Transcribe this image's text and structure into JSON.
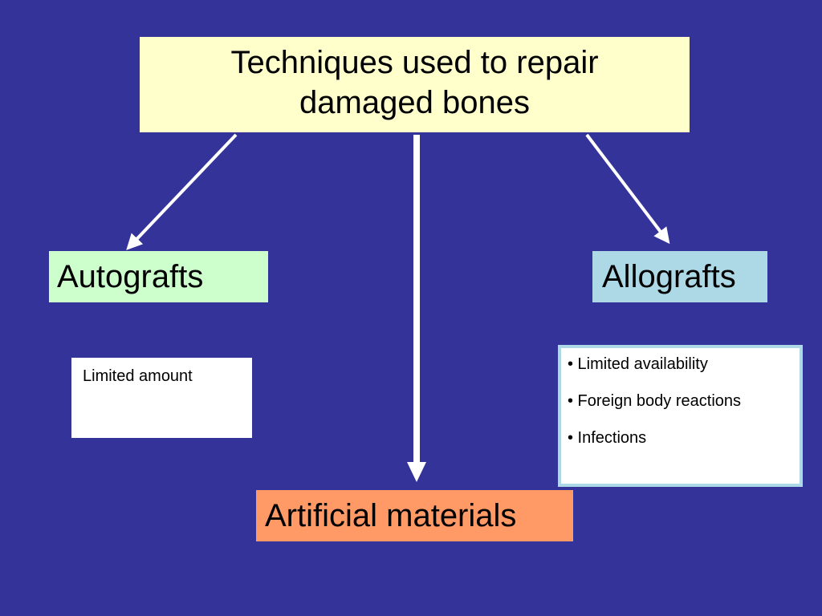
{
  "diagram": {
    "title_lines": [
      "Techniques used to repair",
      "damaged bones"
    ],
    "nodes": {
      "autografts": {
        "label": "Autografts",
        "notes": [
          "Limited amount"
        ]
      },
      "allografts": {
        "label": "Allografts",
        "notes": [
          "• Limited availability",
          "• Foreign body reactions",
          "• Infections"
        ]
      },
      "artificial": {
        "label": "Artificial materials"
      }
    },
    "colors": {
      "background": "#333399",
      "title_box": "#ffffcc",
      "autografts_box": "#ccffcc",
      "allografts_box": "#add8e6",
      "artificial_box": "#ff9966",
      "arrow": "#ffffff"
    }
  }
}
